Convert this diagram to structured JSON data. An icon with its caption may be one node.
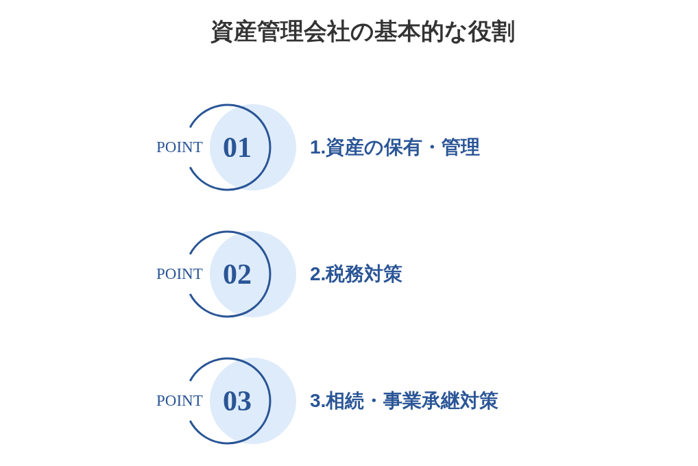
{
  "diagram": {
    "title": "資産管理会社の基本的な役割",
    "nodes": [
      {
        "text": [
          "POINT",
          "01"
        ],
        "beside": [
          "1.資産の保有・管理"
        ]
      },
      {
        "text": [
          "POINT",
          "02"
        ],
        "beside": [
          "2.税務対策"
        ]
      },
      {
        "text": [
          "POINT",
          "03"
        ],
        "beside": [
          "3.相続・事業承継対策"
        ]
      }
    ]
  }
}
